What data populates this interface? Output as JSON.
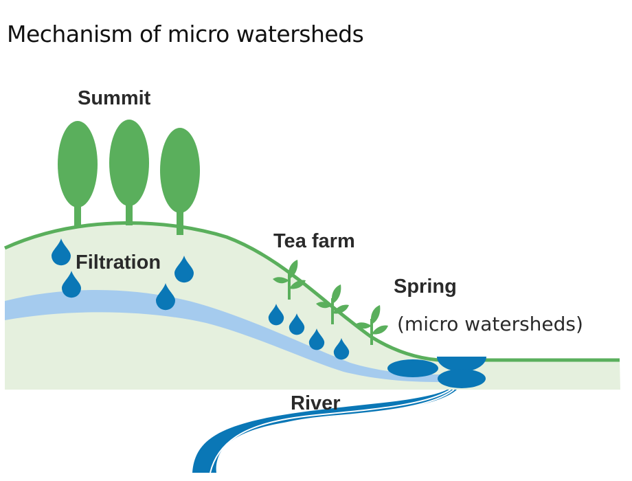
{
  "title": "Mechanism of micro watersheds",
  "labels": {
    "summit": "Summit",
    "filtration": "Filtration",
    "tea_farm": "Tea farm",
    "spring": "Spring",
    "spring_sub": "(micro watersheds)",
    "river": "River"
  },
  "colors": {
    "ground": "#e5f0de",
    "hill_line": "#5aaf5c",
    "tree": "#5aaf5c",
    "groundwater": "#a5cbee",
    "water_drop": "#0a77b6",
    "river": "#0a77b6",
    "text": "#2a2a2a"
  },
  "elements": {
    "trees": 3,
    "filtration_drops": 4,
    "tea_plants": 3,
    "slope_drops": 4
  }
}
